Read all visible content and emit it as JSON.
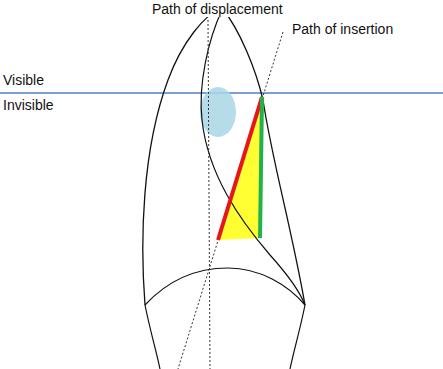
{
  "diagram": {
    "labels": [
      "Path of displacement",
      "Path of insertion",
      "Visible",
      "Invisible"
    ]
  }
}
